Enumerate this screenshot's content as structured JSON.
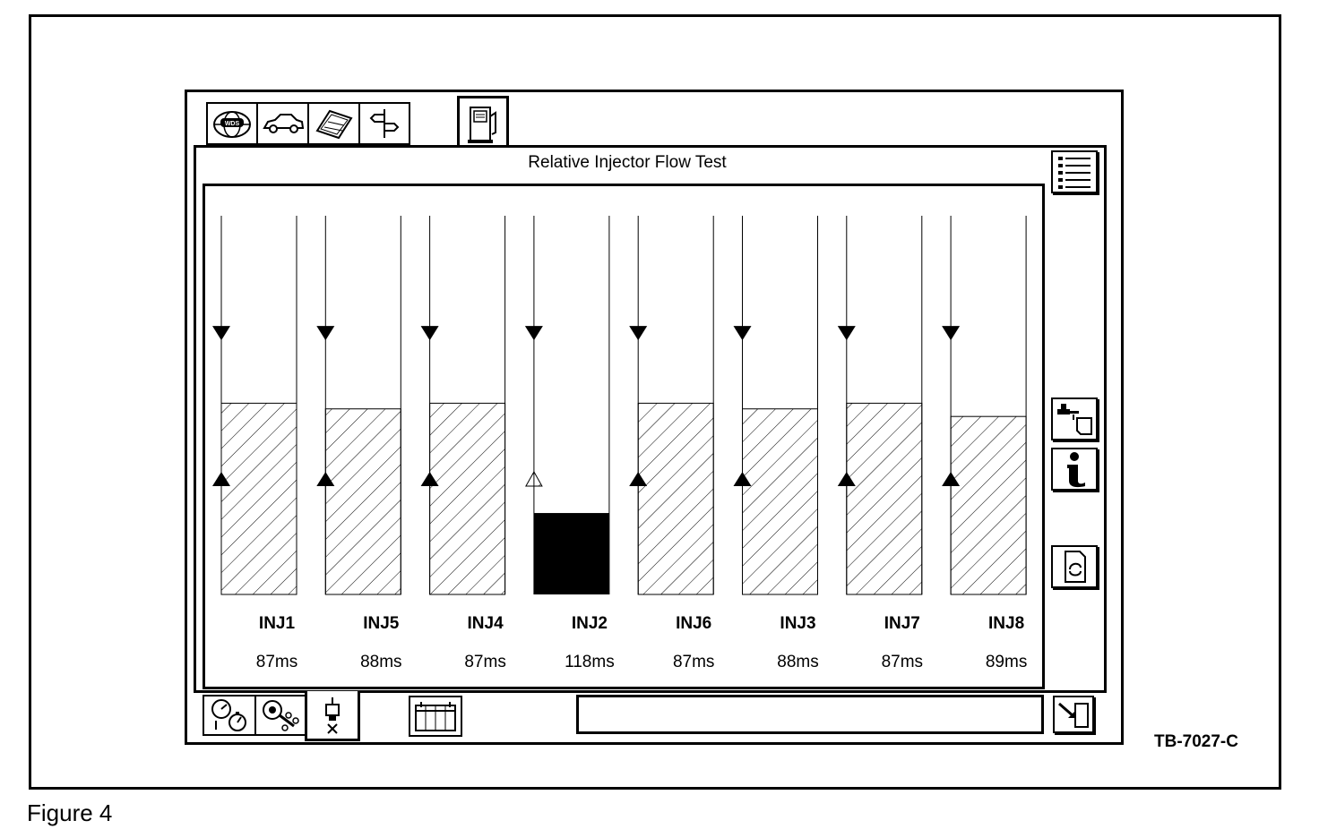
{
  "window": {
    "title": "Relative Injector Flow Test"
  },
  "figure": {
    "caption": "Figure 4",
    "reference_code": "TB-7027-C"
  },
  "top_tabs": [
    {
      "name": "wds-globe-icon"
    },
    {
      "name": "vehicle-icon"
    },
    {
      "name": "toolbox-icon"
    },
    {
      "name": "signpost-icon"
    },
    {
      "name": "fuel-pump-icon",
      "active": true
    }
  ],
  "side_buttons": [
    {
      "name": "list-menu-icon"
    },
    {
      "name": "fuel-flow-icon"
    },
    {
      "name": "info-icon"
    },
    {
      "name": "refresh-page-icon"
    },
    {
      "name": "exit-arrow-icon"
    }
  ],
  "bottom_tabs": [
    {
      "name": "gauges-icon"
    },
    {
      "name": "actuator-icon"
    },
    {
      "name": "injector-icon",
      "active": true
    },
    {
      "name": "calendar-abcd-icon"
    }
  ],
  "status_bar": {
    "text": ""
  },
  "chart_data": {
    "type": "bar",
    "title": "Relative Injector Flow Test",
    "categories": [
      "INJ1",
      "INJ5",
      "INJ4",
      "INJ2",
      "INJ6",
      "INJ3",
      "INJ7",
      "INJ8"
    ],
    "values": [
      87,
      88,
      87,
      118,
      87,
      88,
      87,
      89
    ],
    "value_labels": [
      "87ms",
      "88ms",
      "87ms",
      "118ms",
      "87ms",
      "88ms",
      "87ms",
      "89ms"
    ],
    "unit": "ms",
    "fill_levels": [
      0.505,
      0.49,
      0.505,
      0.215,
      0.505,
      0.49,
      0.505,
      0.47
    ],
    "upper_limit_level": 0.69,
    "lower_limit_level": 0.305,
    "out_of_range": [
      false,
      false,
      false,
      true,
      false,
      false,
      false,
      false
    ]
  }
}
